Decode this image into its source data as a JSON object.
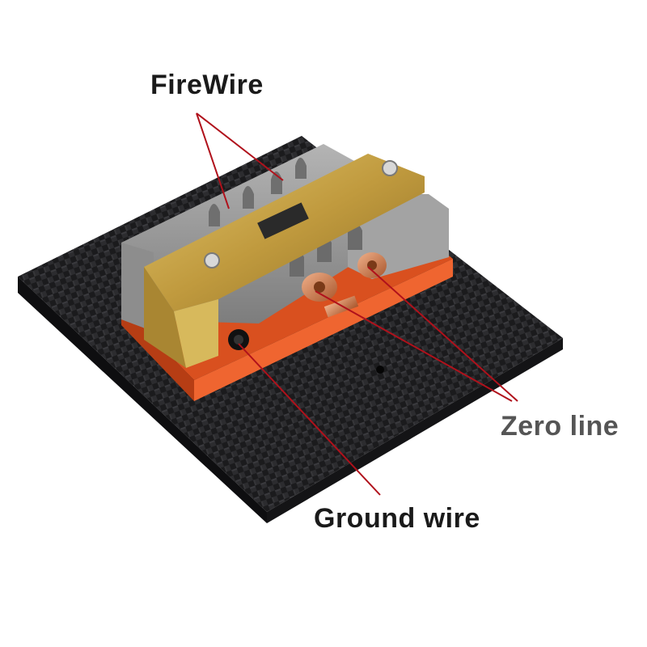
{
  "labels": {
    "firewire": "FireWire",
    "zero_line": "Zero line",
    "ground_wire": "Ground wire"
  },
  "colors": {
    "callout_line": "#b0111b",
    "carbon_plate": "#1c1c1e",
    "terminal_housing": "#9a9a9a",
    "brass_clamp": "#c8a84a",
    "orange_base": "#e4572a",
    "copper_contacts": "#c97c4a"
  }
}
